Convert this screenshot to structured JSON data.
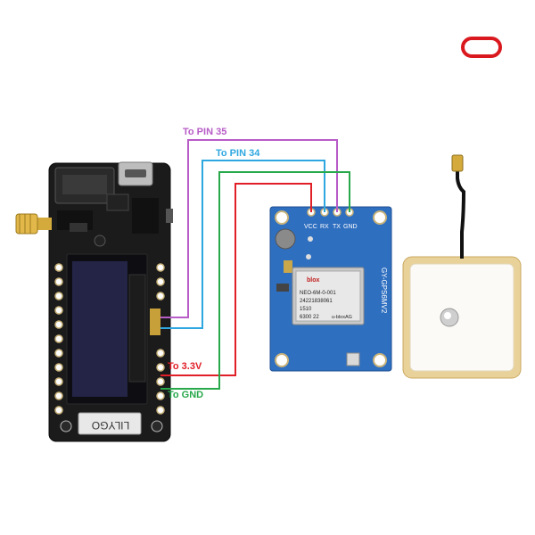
{
  "wiring": {
    "pin35_label": "To PIN 35",
    "pin34_label": "To PIN 34",
    "v33_label": "To 3.3V",
    "gnd_label": "To GND"
  },
  "gps_module": {
    "pin_vcc": "VCC",
    "pin_rx": "RX",
    "pin_tx": "TX",
    "pin_gnd": "GND",
    "model_text": "GY-GPS6MV2",
    "brand": "blox",
    "chip_line1": "NEO-6M-0-001",
    "chip_line2": "24221838061",
    "chip_line3": "1510",
    "chip_line4": "6300 22",
    "chip_brand": "u-bloxAG"
  },
  "board": {
    "brand": "LILYGO"
  },
  "colors": {
    "wire_pin35": "#b85cc8",
    "wire_pin34": "#2ea7e0",
    "wire_3v3": "#e01f26",
    "wire_gnd": "#27a84a",
    "board_pcb": "#1a1a1a",
    "gps_pcb": "#2f6fc0",
    "logo": "#d9191e"
  }
}
